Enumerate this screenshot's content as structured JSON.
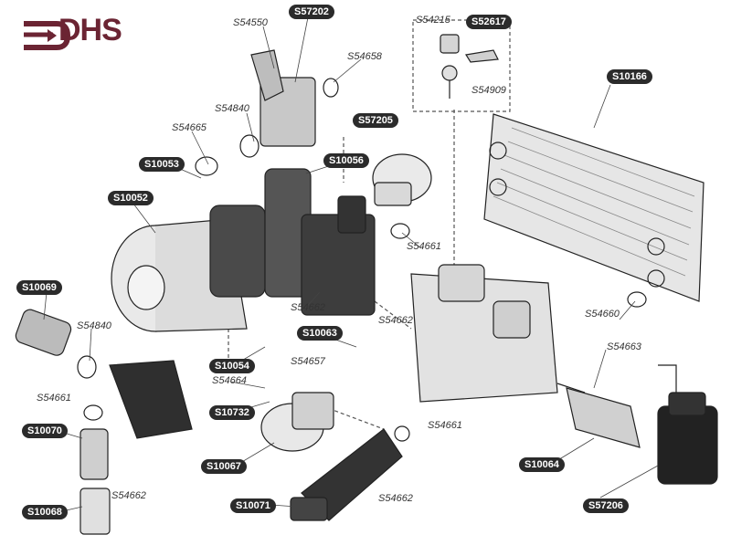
{
  "brand": {
    "logo_text": "DHS",
    "logo_color": "#6b2433"
  },
  "labels": {
    "S54550": "S54550",
    "S57202": "S57202",
    "S54658": "S54658",
    "S54215": "S54215",
    "S52617": "S52617",
    "S54909": "S54909",
    "S10166": "S10166",
    "S54840a": "S54840",
    "S54665": "S54665",
    "S57205": "S57205",
    "S10053": "S10053",
    "S10056": "S10056",
    "S10052": "S10052",
    "S54661a": "S54661",
    "S10069": "S10069",
    "S54662a": "S54662",
    "S54662b": "S54662",
    "S10063": "S10063",
    "S54840b": "S54840",
    "S54657": "S54657",
    "S54660": "S54660",
    "S10054": "S10054",
    "S54664": "S54664",
    "S54663": "S54663",
    "S54661b": "S54661",
    "S10732": "S10732",
    "S10070": "S10070",
    "S54661c": "S54661",
    "S10067": "S10067",
    "S10064": "S10064",
    "S54662c": "S54662",
    "S10068": "S10068",
    "S10071": "S10071",
    "S54662d": "S54662",
    "S57206": "S57206"
  }
}
